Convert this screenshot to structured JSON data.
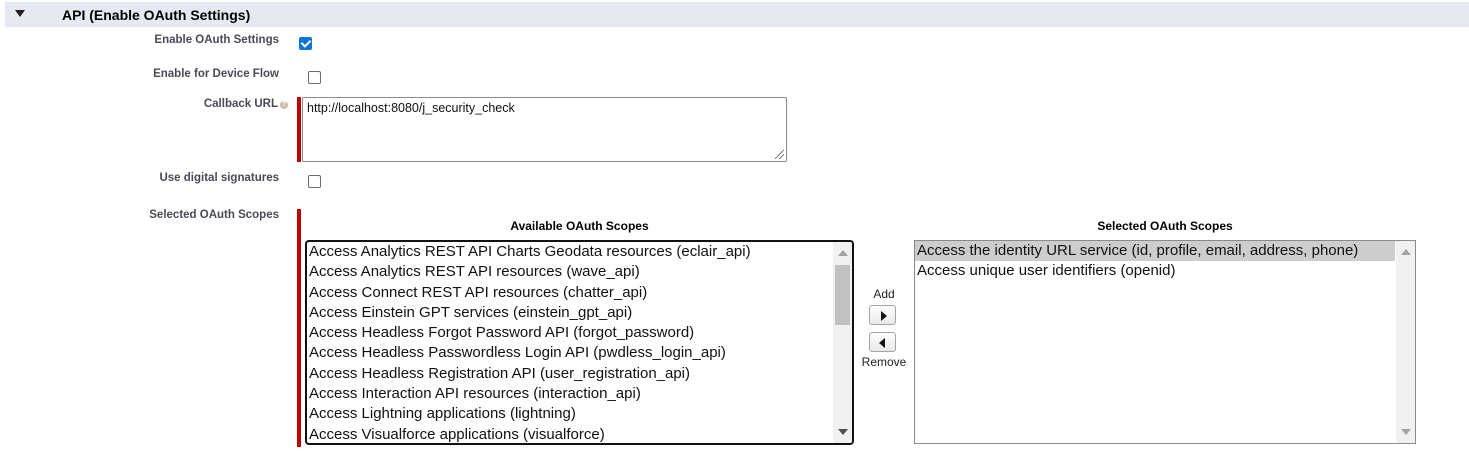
{
  "section": {
    "title": "API (Enable OAuth Settings)",
    "collapse_icon": "triangle-down-icon"
  },
  "fields": {
    "enable_oauth": {
      "label": "Enable OAuth Settings",
      "checked": true
    },
    "device_flow": {
      "label": "Enable for Device Flow",
      "checked": false
    },
    "callback_url": {
      "label": "Callback URL",
      "value": "http://localhost:8080/j_security_check",
      "help_icon": "help-icon",
      "required": true
    },
    "digital_signatures": {
      "label": "Use digital signatures",
      "checked": false
    },
    "oauth_scopes": {
      "label": "Selected OAuth Scopes",
      "required": true
    }
  },
  "scopes": {
    "available_title": "Available OAuth Scopes",
    "selected_title": "Selected OAuth Scopes",
    "available": [
      "Access Analytics REST API Charts Geodata resources (eclair_api)",
      "Access Analytics REST API resources (wave_api)",
      "Access Connect REST API resources (chatter_api)",
      "Access Einstein GPT services (einstein_gpt_api)",
      "Access Headless Forgot Password API (forgot_password)",
      "Access Headless Passwordless Login API (pwdless_login_api)",
      "Access Headless Registration API (user_registration_api)",
      "Access Interaction API resources (interaction_api)",
      "Access Lightning applications (lightning)",
      "Access Visualforce applications (visualforce)"
    ],
    "selected": [
      "Access the identity URL service (id, profile, email, address, phone)",
      "Access unique user identifiers (openid)"
    ],
    "selected_highlighted_index": 0,
    "add_label": "Add",
    "remove_label": "Remove"
  },
  "colors": {
    "header_bg": "#e7e9f1",
    "required_bar": "#c00000",
    "checkbox_checked": "#0b75d8",
    "label_text": "#4a4a56"
  }
}
